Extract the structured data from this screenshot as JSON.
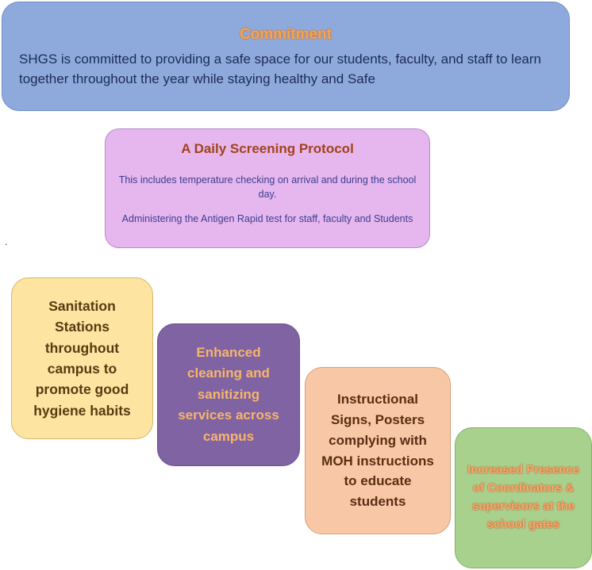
{
  "commitment": {
    "title": "Commitment",
    "text": "SHGS is committed to providing a safe space for our students, faculty, and staff to learn together throughout the year while staying healthy and Safe"
  },
  "screening": {
    "title": "A Daily Screening Protocol",
    "line1": "This includes temperature checking on arrival and during the school day.",
    "line2": "Administering the Antigen Rapid test for staff, faculty and Students"
  },
  "stray_mark": ".",
  "steps": [
    {
      "text": "Sanitation Stations throughout campus to promote good hygiene habits",
      "color": "#fde4a0"
    },
    {
      "text": "Enhanced cleaning and sanitizing services across campus",
      "color": "#8063a2"
    },
    {
      "text": "Instructional Signs, Posters complying with MOH instructions to educate students",
      "color": "#f8c8a6"
    },
    {
      "text": "Increased Presence of Coordinators & supervisors at the school gates",
      "color": "#a9d18e"
    }
  ]
}
